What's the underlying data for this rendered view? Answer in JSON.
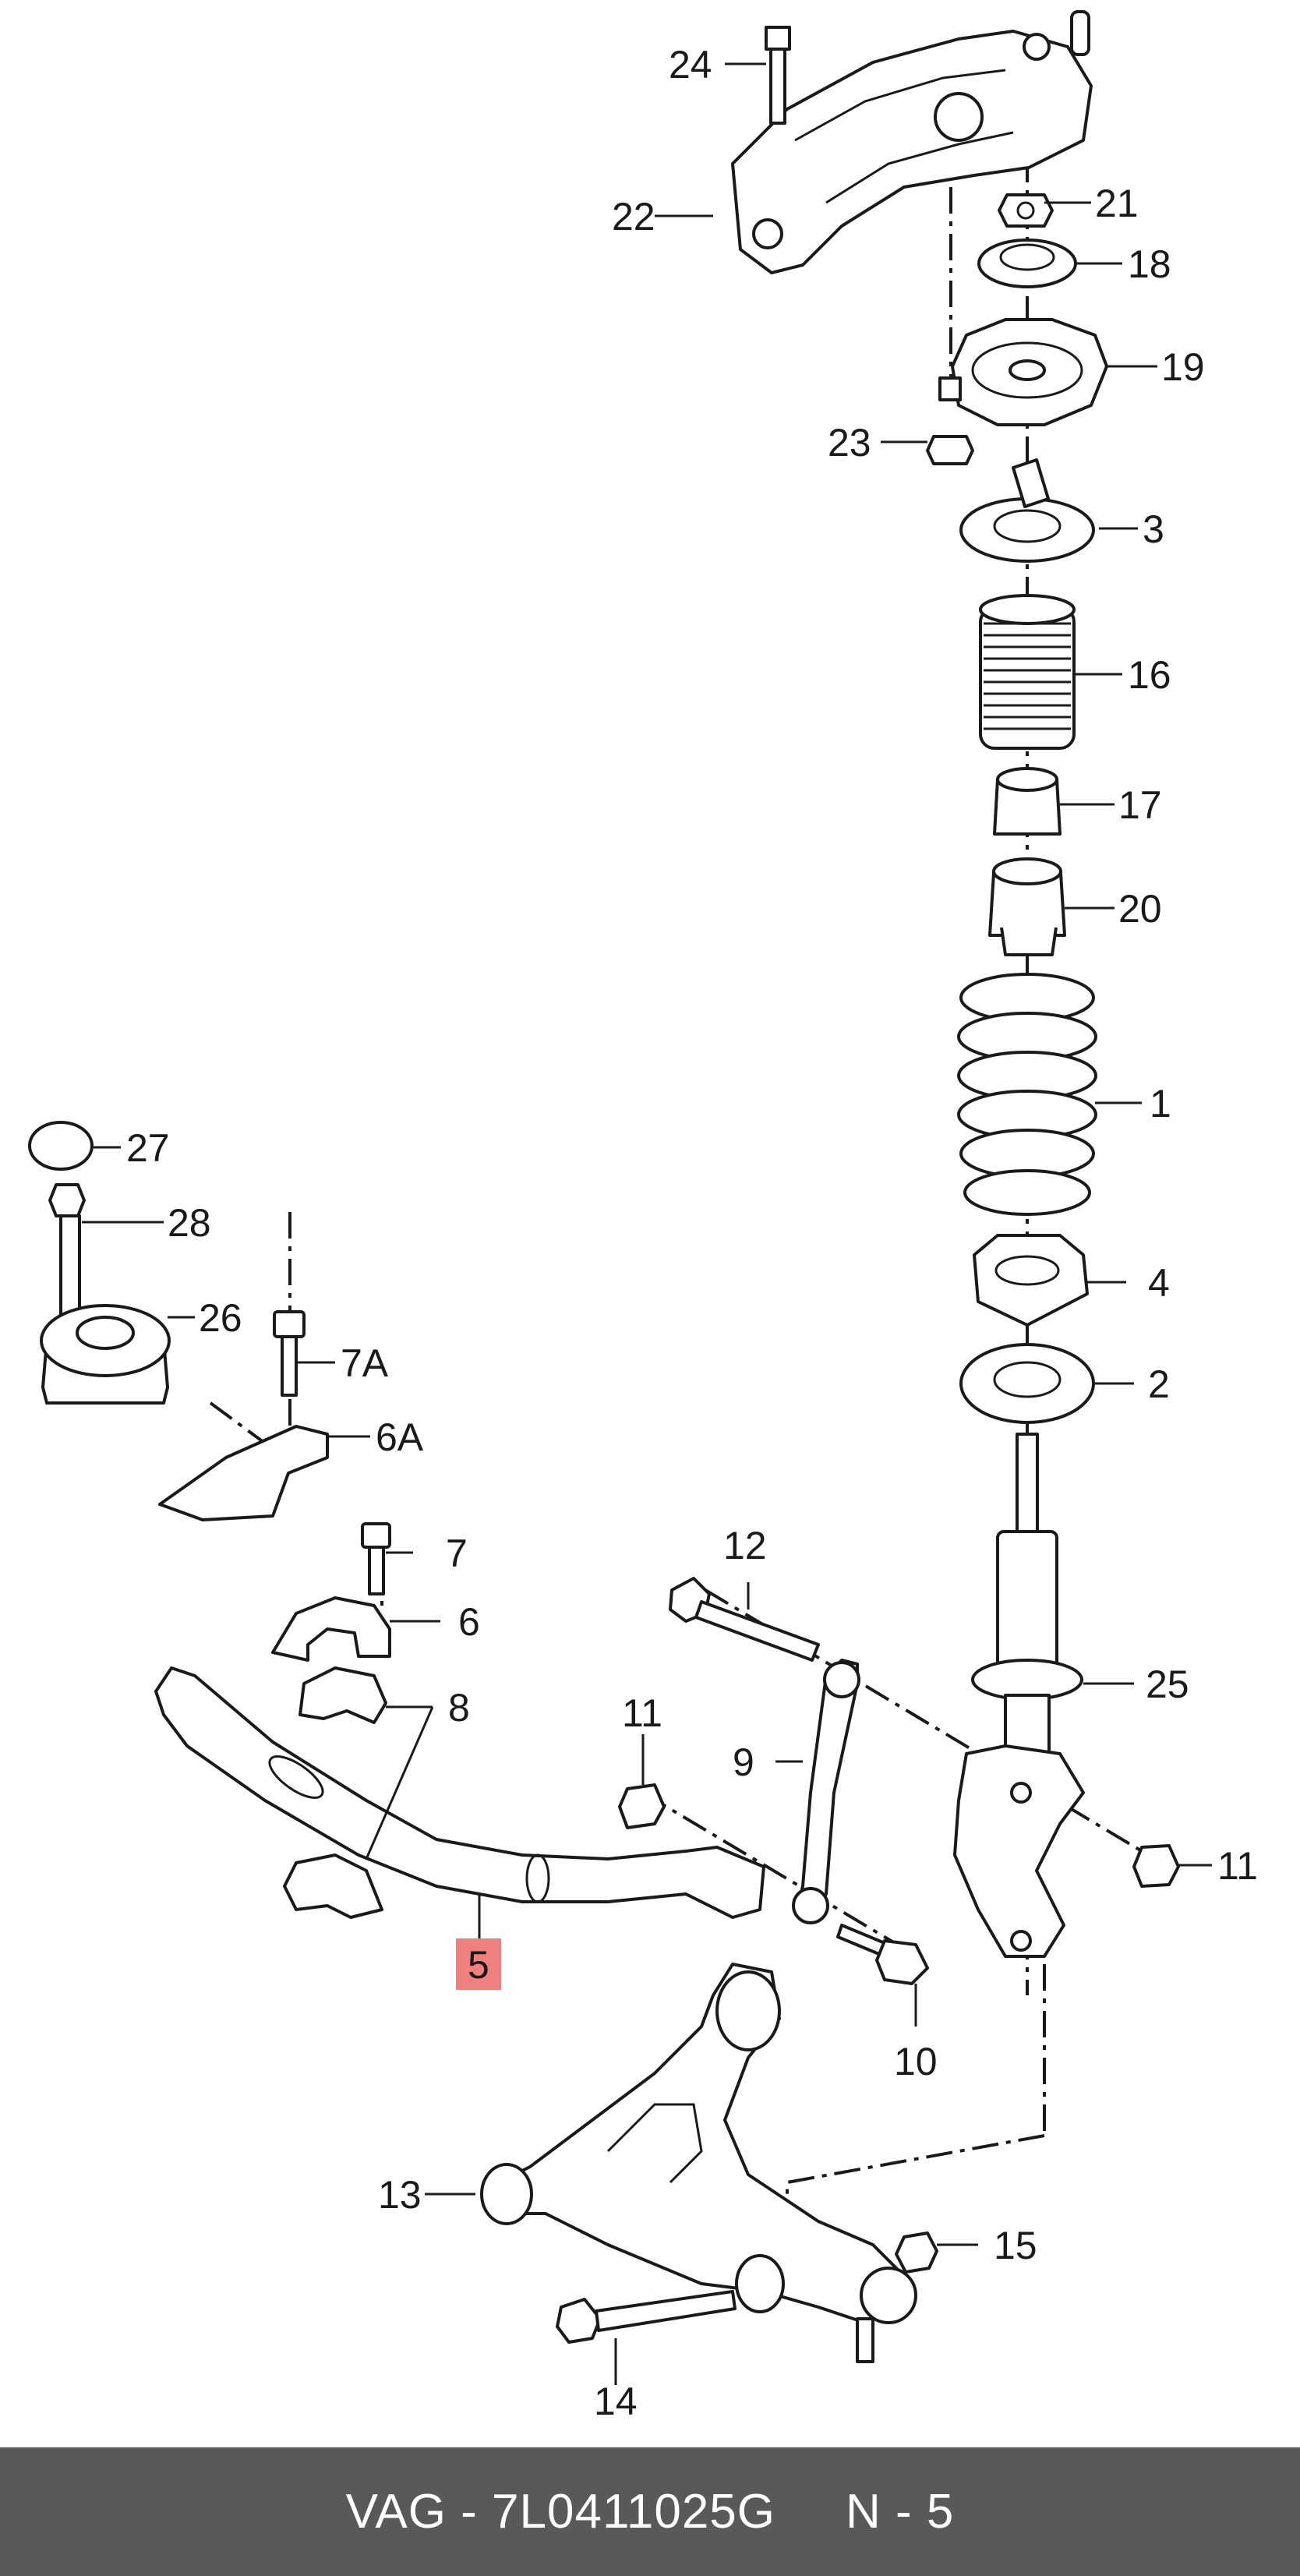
{
  "diagram": {
    "highlight_color": "#f08080",
    "callouts": {
      "c24": "24",
      "c22": "22",
      "c21": "21",
      "c18": "18",
      "c19": "19",
      "c23": "23",
      "c3": "3",
      "c16": "16",
      "c17": "17",
      "c20": "20",
      "c1": "1",
      "c27": "27",
      "c28": "28",
      "c26": "26",
      "c7A": "7A",
      "c4": "4",
      "c6A": "6A",
      "c2": "2",
      "c7": "7",
      "c6": "6",
      "c12": "12",
      "c25": "25",
      "c8": "8",
      "c11a": "11",
      "c9": "9",
      "c11b": "11",
      "c5": "5",
      "c10": "10",
      "c13": "13",
      "c15": "15",
      "c14": "14"
    }
  },
  "footer": {
    "brand_part": "VAG - 7L0411025G",
    "position": "N - 5"
  }
}
